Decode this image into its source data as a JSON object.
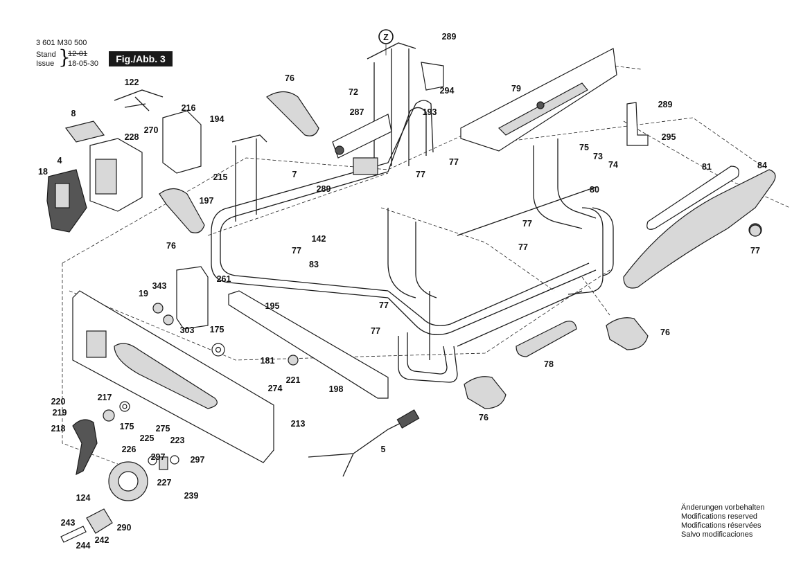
{
  "header": {
    "doc_number": "3 601 M30 500",
    "stand_label": "Stand",
    "stand_value": "12-01",
    "issue_label": "Issue",
    "issue_value": "18-05-30",
    "fig_label": "Fig./Abb. 3"
  },
  "notes": [
    "Änderungen vorbehalten",
    "Modifications reserved",
    "Modifications réservées",
    "Salvo modificaciones"
  ],
  "detail_marker": "Z",
  "callouts": [
    "289",
    "72",
    "294",
    "79",
    "289",
    "193",
    "295",
    "76",
    "287",
    "122",
    "216",
    "194",
    "8",
    "270",
    "228",
    "75",
    "73",
    "74",
    "81",
    "84",
    "77",
    "77",
    "18",
    "4",
    "215",
    "7",
    "289",
    "197",
    "80",
    "76",
    "142",
    "77",
    "77",
    "77",
    "83",
    "77",
    "261",
    "343",
    "19",
    "195",
    "77",
    "77",
    "76",
    "303",
    "175",
    "181",
    "221",
    "274",
    "198",
    "78",
    "76",
    "220",
    "217",
    "219",
    "218",
    "175",
    "275",
    "226",
    "225",
    "223",
    "213",
    "5",
    "297",
    "297",
    "227",
    "124",
    "239",
    "243",
    "290",
    "242",
    "244"
  ]
}
